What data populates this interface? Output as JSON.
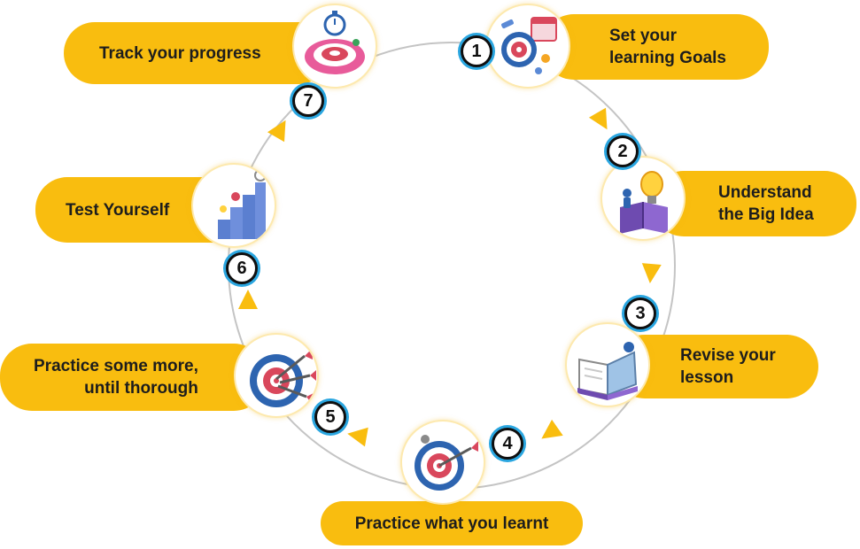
{
  "steps": [
    {
      "number": "1",
      "label_line1": "Set your",
      "label_line2": "learning Goals",
      "icon": "target-calendar-icon"
    },
    {
      "number": "2",
      "label_line1": "Understand",
      "label_line2": "the Big Idea",
      "icon": "lightbulb-book-icon"
    },
    {
      "number": "3",
      "label_line1": "Revise your",
      "label_line2": "lesson",
      "icon": "open-book-icon"
    },
    {
      "number": "4",
      "label_line1": "Practice what you learnt",
      "icon": "target-dart-icon"
    },
    {
      "number": "5",
      "label_line1": "Practice some more,",
      "label_line2": "until thorough",
      "icon": "target-multiple-darts-icon"
    },
    {
      "number": "6",
      "label_line1": "Test Yourself",
      "icon": "staircase-icon"
    },
    {
      "number": "7",
      "label_line1": "Track your progress",
      "icon": "stopwatch-target-icon"
    }
  ],
  "colors": {
    "pill": "#f9bd0f",
    "ring": "#c4c4c4",
    "arrow": "#f9bd0f",
    "badge_outline": "#2aa6e0"
  }
}
